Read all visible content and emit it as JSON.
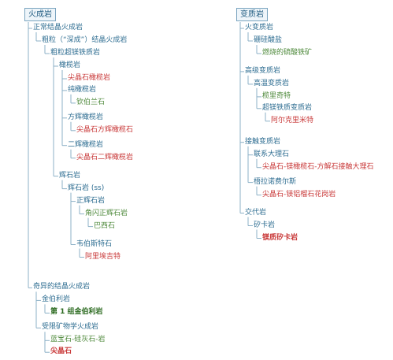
{
  "colors": {
    "line": "#8db1c7",
    "blue": "#2f6e92",
    "green": "#4f8a3c",
    "red": "#c93a3a",
    "dark": "#2b6a1f"
  },
  "trees": [
    {
      "label": "火成岩",
      "children": [
        {
          "label": "正常结晶火成岩",
          "children": [
            {
              "label": "粗粒（“深成”）结晶火成岩",
              "children": [
                {
                  "label": "粗粒超镁铁质岩",
                  "children": [
                    {
                      "label": "橄榄岩",
                      "children": [
                        {
                          "label": "尖晶石橄榄岩",
                          "color": "red"
                        },
                        {
                          "label": "纯橄榄岩",
                          "children": [
                            {
                              "label": "钦伯兰石",
                              "color": "green"
                            }
                          ]
                        },
                        {
                          "label": "方辉橄榄岩",
                          "children": [
                            {
                              "label": "尖晶石方辉橄榄石",
                              "color": "red"
                            }
                          ]
                        },
                        {
                          "label": "二辉橄榄岩",
                          "children": [
                            {
                              "label": "尖晶石二辉橄榄岩",
                              "color": "red"
                            }
                          ]
                        }
                      ]
                    },
                    {
                      "label": "辉石岩",
                      "children": [
                        {
                          "label": "辉石岩 (ss)",
                          "children": [
                            {
                              "label": "正辉石岩",
                              "children": [
                                {
                                  "label": "角闪正辉石岩",
                                  "color": "green",
                                  "children": [
                                    {
                                      "label": "巴西石",
                                      "color": "green"
                                    }
                                  ]
                                }
                              ]
                            },
                            {
                              "label": "韦伯斯特石",
                              "children": [
                                {
                                  "label": "阿里埃吉特",
                                  "color": "red"
                                }
                              ]
                            }
                          ]
                        }
                      ]
                    }
                  ]
                }
              ]
            }
          ]
        },
        {
          "label": "奇异的结晶火成岩",
          "children": [
            {
              "label": "金伯利岩",
              "children": [
                {
                  "label": "第 1 组金伯利岩",
                  "color": "dark",
                  "bold": true
                }
              ]
            },
            {
              "label": "受限矿物学火成岩",
              "children": [
                {
                  "label": "蓝宝石-硅灰石-岩",
                  "color": "green"
                },
                {
                  "label": "尖晶石",
                  "color": "red",
                  "bold": true
                }
              ]
            }
          ]
        }
      ]
    },
    {
      "label": "变质岩",
      "children": [
        {
          "label": "火变质岩",
          "children": [
            {
              "label": "硼硅酸盐",
              "children": [
                {
                  "label": "燃烧的硫酸铁矿",
                  "color": "green"
                }
              ]
            }
          ]
        },
        {
          "label": "高级变质岩",
          "children": [
            {
              "label": "高温变质岩",
              "children": [
                {
                  "label": "榄里奇特",
                  "color": "green"
                },
                {
                  "label": "超镁铁质变质岩",
                  "children": [
                    {
                      "label": "阿尔克里米特",
                      "color": "red"
                    }
                  ]
                }
              ]
            }
          ]
        },
        {
          "label": "接触变质岩",
          "children": [
            {
              "label": "联系大理石",
              "children": [
                {
                  "label": "尖晶石-镁橄榄石-方解石接触大理石",
                  "color": "red"
                }
              ]
            },
            {
              "label": "梧拉诺费尔斯",
              "children": [
                {
                  "label": "尖晶石-镁铝榴石花岗岩",
                  "color": "red"
                }
              ]
            }
          ]
        },
        {
          "label": "交代岩",
          "children": [
            {
              "label": "矽卡岩",
              "children": [
                {
                  "label": "镁质矽卡岩",
                  "color": "red",
                  "bold": true
                }
              ]
            }
          ]
        }
      ]
    }
  ]
}
